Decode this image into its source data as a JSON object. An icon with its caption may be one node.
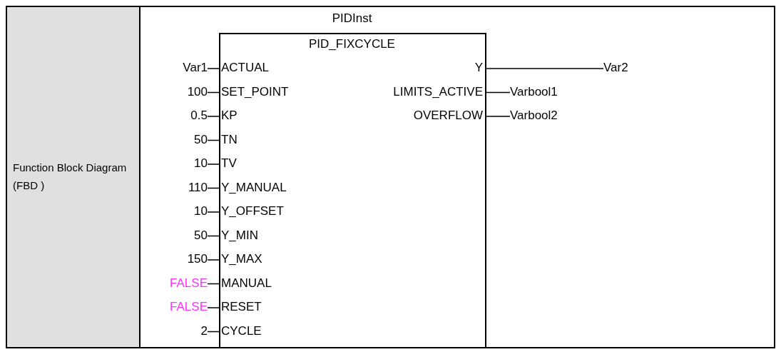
{
  "diagram": {
    "nodes": [
      {
        "text": [
          "PIDInst",
          "PID_FIXCYCLE"
        ]
      },
      {
        "text": [
          "Var1"
        ]
      },
      {
        "text": [
          "ACTUAL"
        ],
        "in": 0
      },
      {
        "text": [
          "Y"
        ],
        "in": 0
      },
      {
        "text": [
          "Var2"
        ]
      },
      {
        "text": [
          "100"
        ]
      },
      {
        "text": [
          "SET_POINT"
        ],
        "in": 0
      },
      {
        "text": [
          "LIMITS_ACTIVE"
        ],
        "in": 0
      },
      {
        "text": [
          "Varbool1"
        ]
      },
      {
        "text": [
          "0.5"
        ]
      },
      {
        "text": [
          "KP"
        ],
        "in": 0
      },
      {
        "text": [
          "OVERFLOW"
        ],
        "in": 0
      },
      {
        "text": [
          "Varbool2"
        ]
      },
      {
        "text": [
          "50"
        ]
      },
      {
        "text": [
          "TN"
        ],
        "in": 0
      },
      {
        "text": [
          "10"
        ]
      },
      {
        "text": [
          "TV"
        ],
        "in": 0
      },
      {
        "text": [
          "110"
        ]
      },
      {
        "text": [
          "Y_MANUAL"
        ],
        "in": 0
      },
      {
        "text": [
          "10"
        ]
      },
      {
        "text": [
          "Y_OFFSET"
        ],
        "in": 0
      },
      {
        "text": [
          "50"
        ]
      },
      {
        "text": [
          "Y_MIN"
        ],
        "in": 0
      },
      {
        "text": [
          "150"
        ]
      },
      {
        "text": [
          "Y_MAX"
        ],
        "in": 0
      },
      {
        "text": [
          "FALSE"
        ]
      },
      {
        "text": [
          "MANUAL"
        ],
        "in": 0
      },
      {
        "text": [
          "FALSE"
        ]
      },
      {
        "text": [
          "RESET"
        ],
        "in": 0
      },
      {
        "text": [
          "2"
        ]
      },
      {
        "text": [
          "CYCLE"
        ],
        "in": 0
      }
    ],
    "edges": [
      {
        "from": 1,
        "to": 2,
        "arrow": "none"
      },
      {
        "from": 3,
        "to": 4,
        "arrow": "none"
      },
      {
        "from": 5,
        "to": 6,
        "arrow": "none"
      },
      {
        "from": 7,
        "to": 8,
        "arrow": "none"
      },
      {
        "from": 9,
        "to": 10,
        "arrow": "none"
      },
      {
        "from": 11,
        "to": 12,
        "arrow": "none"
      },
      {
        "from": 13,
        "to": 14,
        "arrow": "none"
      },
      {
        "from": 15,
        "to": 16,
        "arrow": "none"
      },
      {
        "from": 17,
        "to": 18,
        "arrow": "none"
      },
      {
        "from": 19,
        "to": 20,
        "arrow": "none"
      },
      {
        "from": 21,
        "to": 22,
        "arrow": "none"
      },
      {
        "from": 23,
        "to": 24,
        "arrow": "none"
      },
      {
        "from": 25,
        "to": 26,
        "arrow": "none"
      },
      {
        "from": 27,
        "to": 28,
        "arrow": "none"
      },
      {
        "from": 29,
        "to": 30,
        "arrow": "none"
      }
    ],
    "labels": [
      "Function Block Diagram (FBD )"
    ]
  }
}
